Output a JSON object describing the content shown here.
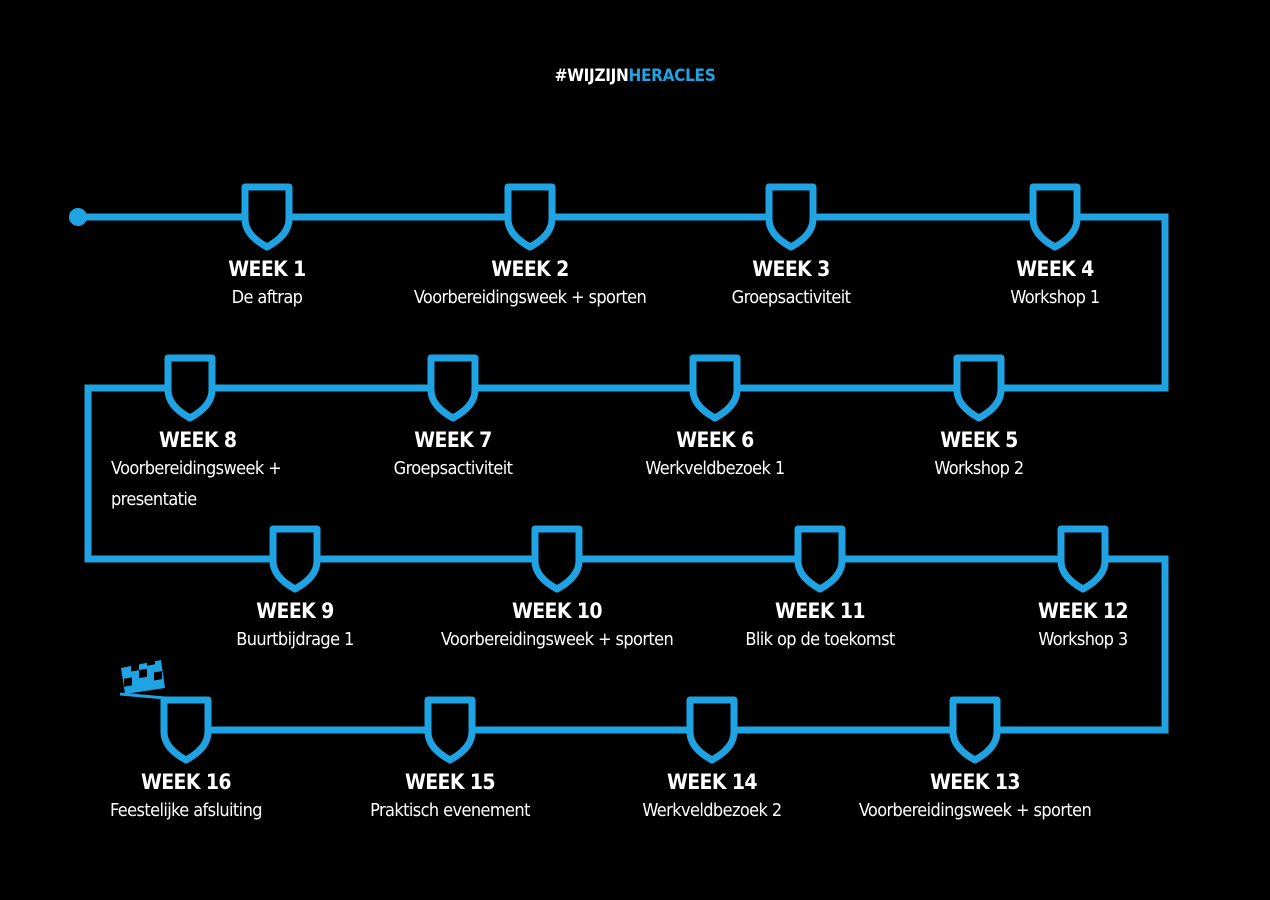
{
  "header": {
    "hashtag_prefix": "#WIJZIJN",
    "hashtag_brand": "HERACLES"
  },
  "colors": {
    "line": "#1fa3e3",
    "shield_fill": "#000000",
    "background": "#000000",
    "text": "#ffffff"
  },
  "weeks": [
    {
      "week": "WEEK 1",
      "desc": "De aftrap"
    },
    {
      "week": "WEEK 2",
      "desc": "Voorbereidingsweek + sporten"
    },
    {
      "week": "WEEK 3",
      "desc": "Groepsactiviteit"
    },
    {
      "week": "WEEK 4",
      "desc": "Workshop 1"
    },
    {
      "week": "WEEK 5",
      "desc": "Workshop 2"
    },
    {
      "week": "WEEK 6",
      "desc": "Werkveldbezoek 1"
    },
    {
      "week": "WEEK 7",
      "desc": "Groepsactiviteit"
    },
    {
      "week": "WEEK 8",
      "desc": "Voorbereidingsweek + presentatie"
    },
    {
      "week": "WEEK 9",
      "desc": "Buurtbijdrage 1"
    },
    {
      "week": "WEEK 10",
      "desc": "Voorbereidingsweek + sporten"
    },
    {
      "week": "WEEK 11",
      "desc": "Blik op de toekomst"
    },
    {
      "week": "WEEK 12",
      "desc": "Workshop 3"
    },
    {
      "week": "WEEK 13",
      "desc": "Voorbereidingsweek + sporten"
    },
    {
      "week": "WEEK 14",
      "desc": "Werkveldbezoek 2"
    },
    {
      "week": "WEEK 15",
      "desc": "Praktisch evenement"
    },
    {
      "week": "WEEK 16",
      "desc": "Feestelijke afsluiting"
    }
  ],
  "icons": {
    "start": "start-dot-icon",
    "milestone": "shield-icon",
    "finish": "checkered-flag-icon"
  }
}
